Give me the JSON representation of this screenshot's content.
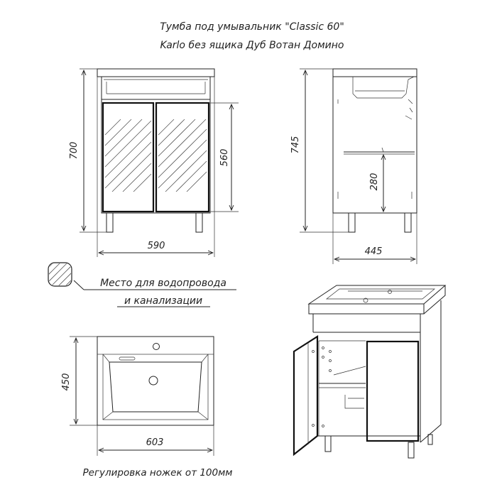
{
  "title": {
    "line1": "Тумба под умывальник \"Classic 60\"",
    "line2": "Karlo без ящика Дуб Вотан Домино"
  },
  "front_view": {
    "height_total": "700",
    "height_doors": "560",
    "width": "590"
  },
  "side_view": {
    "height_total": "745",
    "shelf_height": "280",
    "depth": "445"
  },
  "legend": {
    "line1": "Место для водопровода",
    "line2": "и канализации"
  },
  "top_view": {
    "depth": "450",
    "width": "603"
  },
  "footer": {
    "note": "Регулировка ножек от 100мм"
  }
}
